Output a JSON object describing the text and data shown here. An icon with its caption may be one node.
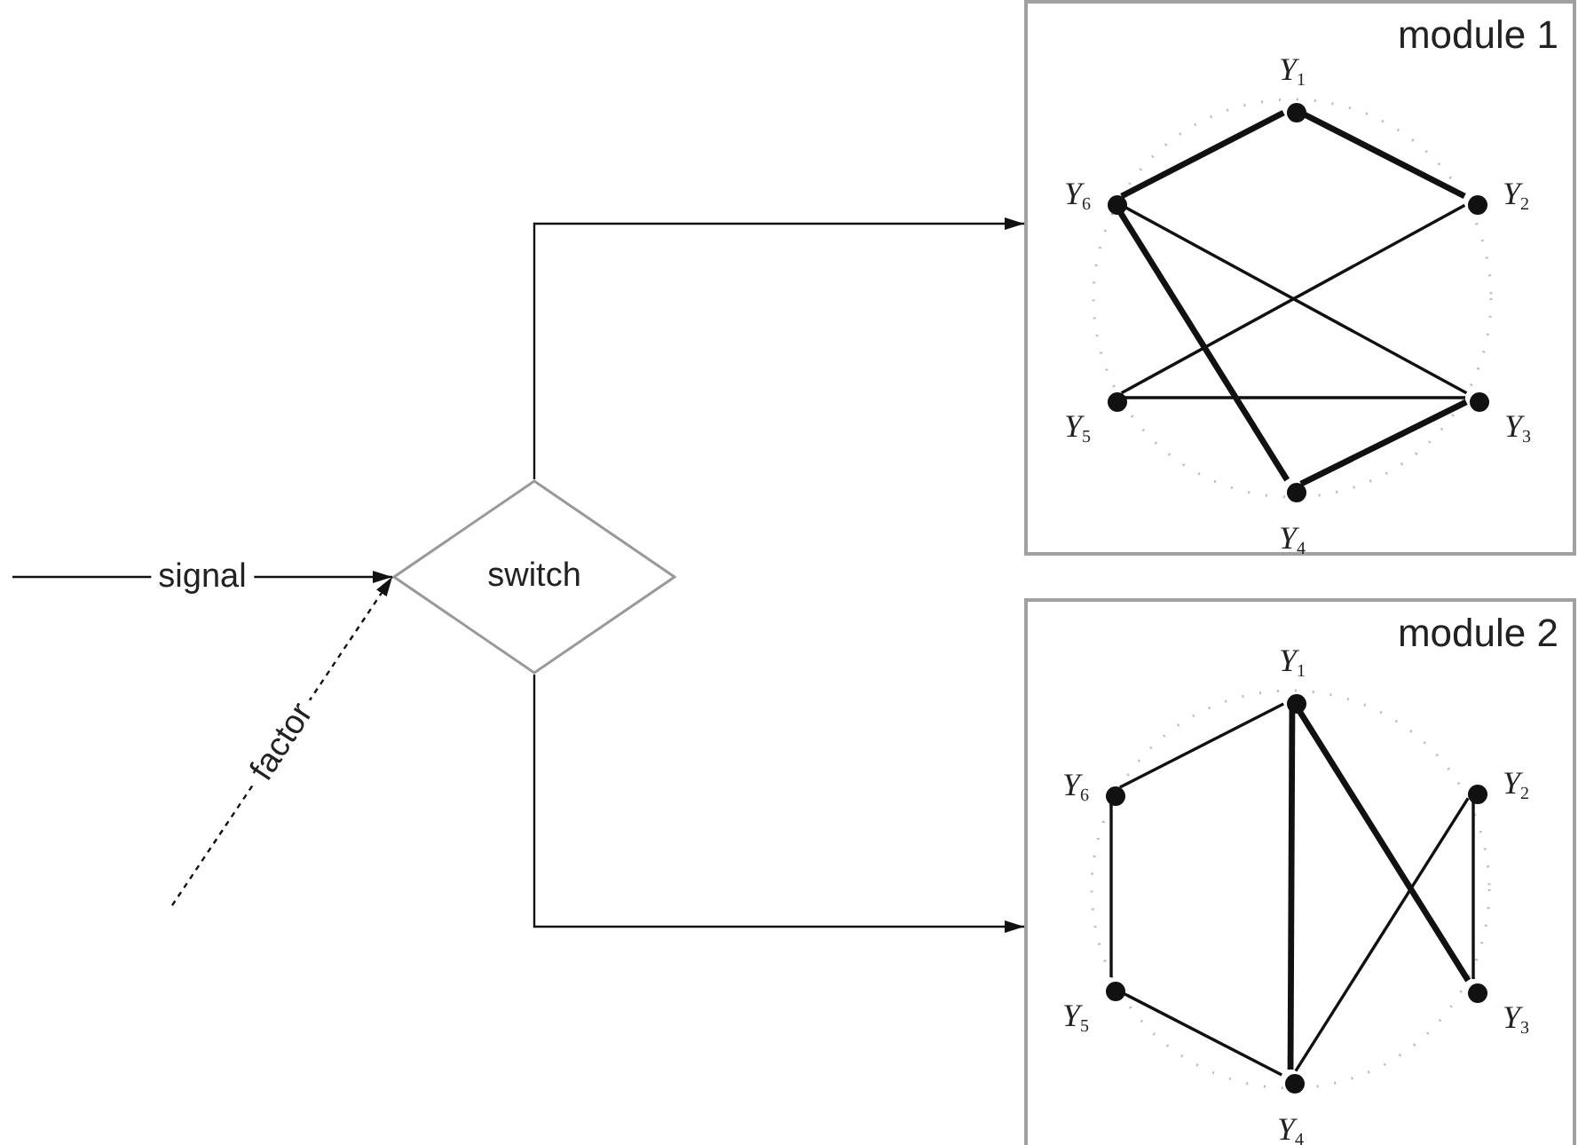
{
  "diagram": {
    "nodes": [
      {
        "text": [
          "switch"
        ]
      },
      {
        "text": [
          "module 1"
        ]
      },
      {
        "text": [],
        "shape": "circle",
        "beside": [
          "Y$_{1}$"
        ],
        "in": 1
      },
      {
        "text": [],
        "shape": "circle",
        "beside": [
          "Y$_{2}$"
        ],
        "in": 1
      },
      {
        "text": [],
        "shape": "circle",
        "beside": [
          "Y$_{3}$"
        ],
        "in": 1
      },
      {
        "text": [],
        "shape": "circle",
        "beside": [
          "Y$_{4}$"
        ],
        "in": 1
      },
      {
        "text": [],
        "shape": "circle",
        "beside": [
          "Y$_{5}$"
        ],
        "in": 1
      },
      {
        "text": [],
        "shape": "circle",
        "beside": [
          "Y$_{6}$"
        ],
        "in": 1
      },
      {
        "text": [
          "module 2"
        ]
      },
      {
        "text": [],
        "shape": "circle",
        "beside": [
          "Y$_{1}$"
        ],
        "in": 8
      },
      {
        "text": [],
        "shape": "circle",
        "beside": [
          "Y$_{2}$"
        ],
        "in": 8
      },
      {
        "text": [],
        "shape": "circle",
        "beside": [
          "Y$_{3}$"
        ],
        "in": 8
      },
      {
        "text": [],
        "shape": "circle",
        "beside": [
          "Y$_{4}$"
        ],
        "in": 8
      },
      {
        "text": [],
        "shape": "circle",
        "beside": [
          "Y$_{5}$"
        ],
        "in": 8
      },
      {
        "text": [],
        "shape": "circle",
        "beside": [
          "Y$_{6}$"
        ],
        "in": 8
      }
    ],
    "edges": [
      {
        "from": null,
        "to": 0,
        "arrow": "to",
        "label": "signal"
      },
      {
        "from": null,
        "to": 0,
        "arrow": "to",
        "label": "factor",
        "style": "dashed"
      },
      {
        "from": 0,
        "to": 1,
        "arrow": "to"
      },
      {
        "from": 0,
        "to": 8,
        "arrow": "to"
      },
      {
        "from": 7,
        "to": 2,
        "arrow": "none",
        "style": "thick"
      },
      {
        "from": 2,
        "to": 3,
        "arrow": "none",
        "style": "thick"
      },
      {
        "from": 7,
        "to": 4,
        "arrow": "none"
      },
      {
        "from": 3,
        "to": 6,
        "arrow": "none"
      },
      {
        "from": 6,
        "to": 4,
        "arrow": "none"
      },
      {
        "from": 7,
        "to": 5,
        "arrow": "none",
        "style": "thick"
      },
      {
        "from": 5,
        "to": 4,
        "arrow": "none",
        "style": "thick"
      },
      {
        "from": 14,
        "to": 9,
        "arrow": "none"
      },
      {
        "from": 9,
        "to": 12,
        "arrow": "none",
        "style": "thick"
      },
      {
        "from": 9,
        "to": 11,
        "arrow": "none",
        "style": "thick"
      },
      {
        "from": 14,
        "to": 13,
        "arrow": "none"
      },
      {
        "from": 13,
        "to": 12,
        "arrow": "none"
      },
      {
        "from": 12,
        "to": 10,
        "arrow": "none"
      },
      {
        "from": 10,
        "to": 11,
        "arrow": "none"
      }
    ]
  }
}
